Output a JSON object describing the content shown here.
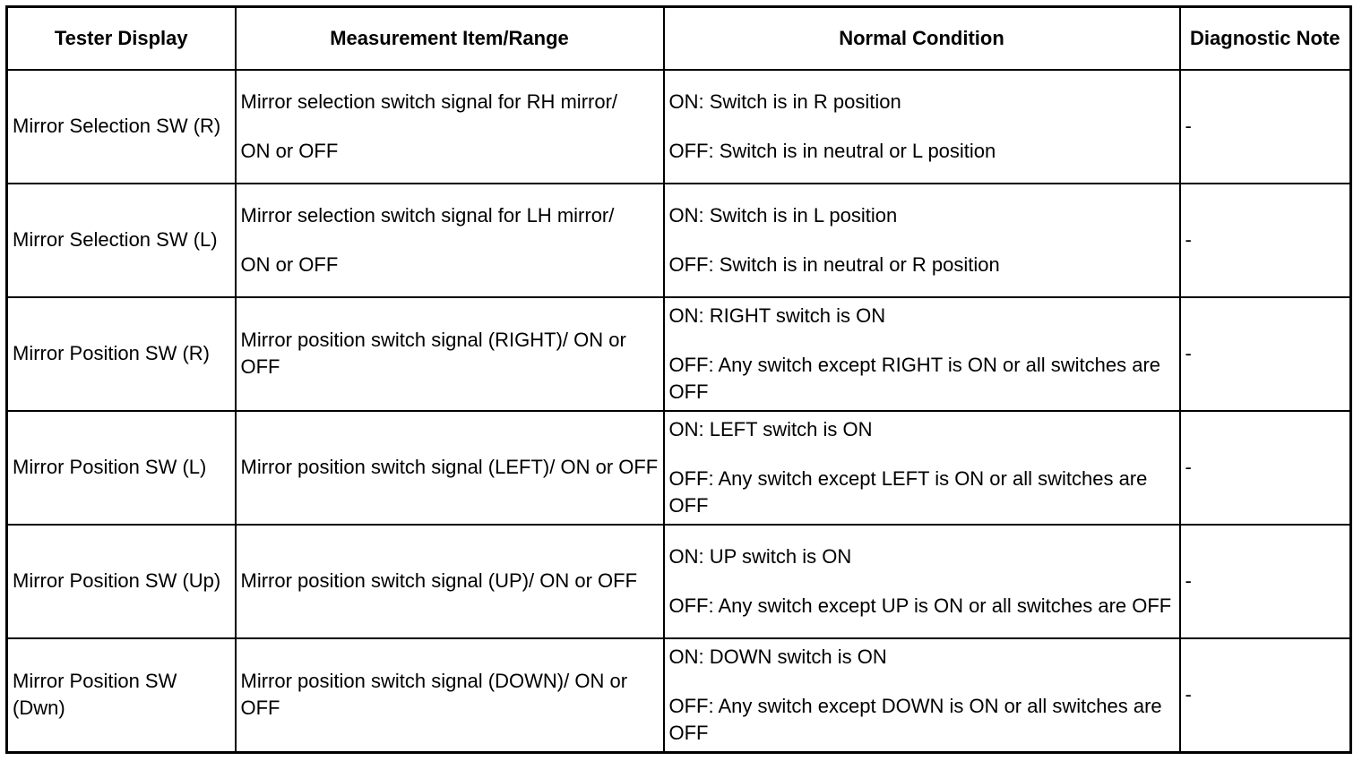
{
  "headers": [
    "Tester Display",
    "Measurement Item/Range",
    "Normal Condition",
    "Diagnostic Note"
  ],
  "rows": [
    {
      "display": "Mirror Selection SW (R)",
      "measure_line1": "Mirror selection switch signal for RH mirror/",
      "measure_line2": "ON or OFF",
      "cond_on": "ON: Switch is in R position",
      "cond_off": "OFF: Switch is in neutral or L position",
      "note": "-"
    },
    {
      "display": "Mirror Selection SW (L)",
      "measure_line1": "Mirror selection switch signal for LH mirror/",
      "measure_line2": "ON or OFF",
      "cond_on": "ON: Switch is in L position",
      "cond_off": "OFF: Switch is in neutral or R position",
      "note": "-"
    },
    {
      "display": "Mirror Position SW (R)",
      "measure_line1": "Mirror position switch signal (RIGHT)/ ON or OFF",
      "measure_line2": "",
      "cond_on": "ON: RIGHT switch is ON",
      "cond_off": "OFF: Any switch except RIGHT is ON or all switches are OFF",
      "note": "-"
    },
    {
      "display": "Mirror Position SW (L)",
      "measure_line1": "Mirror position switch signal (LEFT)/ ON or OFF",
      "measure_line2": "",
      "cond_on": "ON: LEFT switch is ON",
      "cond_off": "OFF: Any switch except LEFT is ON or all switches are OFF",
      "note": "-"
    },
    {
      "display": "Mirror Position SW (Up)",
      "measure_line1": "Mirror position switch signal (UP)/ ON or OFF",
      "measure_line2": "",
      "cond_on": "ON: UP switch is ON",
      "cond_off": "OFF: Any switch except UP is ON or all switches are OFF",
      "note": "-"
    },
    {
      "display": "Mirror Position SW (Dwn)",
      "measure_line1": "Mirror position switch signal (DOWN)/ ON or OFF",
      "measure_line2": "",
      "cond_on": "ON: DOWN switch is ON",
      "cond_off": "OFF: Any switch except DOWN is ON or all switches are OFF",
      "note": "-"
    }
  ]
}
